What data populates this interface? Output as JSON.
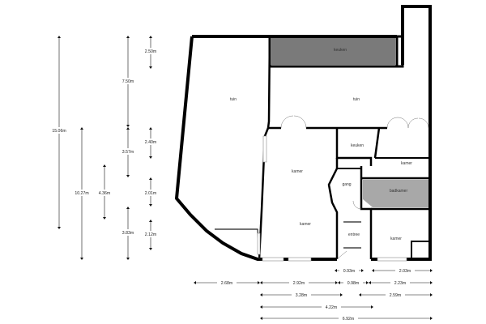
{
  "colors": {
    "wall": "#000000",
    "kitchen_fill": "#7a7a7a",
    "bathroom_fill": "#a8a8a8",
    "dimension_line": "#111111"
  },
  "rooms": {
    "tuin_left": "tuin",
    "tuin_right": "tuin",
    "keuken": "keuken",
    "kamer_main": "kamer",
    "kamer_lower": "kamer",
    "kamer_right": "kamer",
    "kamer_bottom_right": "kamer",
    "badkamer": "badkamer",
    "keuken_small": "keuken",
    "gang": "gang",
    "entree": "entree"
  },
  "dimensions": {
    "vertical": {
      "total_height": "15.06m",
      "left_height": "10.27m",
      "mid_height": "4.36m",
      "garden_depth": "7.50m",
      "rooms_upper": "3.57m",
      "rooms_lower": "3.83m",
      "kitchen_depth": "2.50m",
      "room_right_depth": "2.40m",
      "bath_depth": "2.01m",
      "bottom_depth": "2.12m"
    },
    "horizontal": {
      "bottom_seg1": "2.68m",
      "bottom_seg2": "2.92m",
      "bottom_seg3": "0.98m",
      "bottom_seg4": "2.23m",
      "combined_a": "3.28m",
      "combined_b": "2.59m",
      "combined_c": "4.22m",
      "overall_width": "6.92m",
      "upper_small": "0.93m",
      "upper_right": "2.03m"
    }
  }
}
